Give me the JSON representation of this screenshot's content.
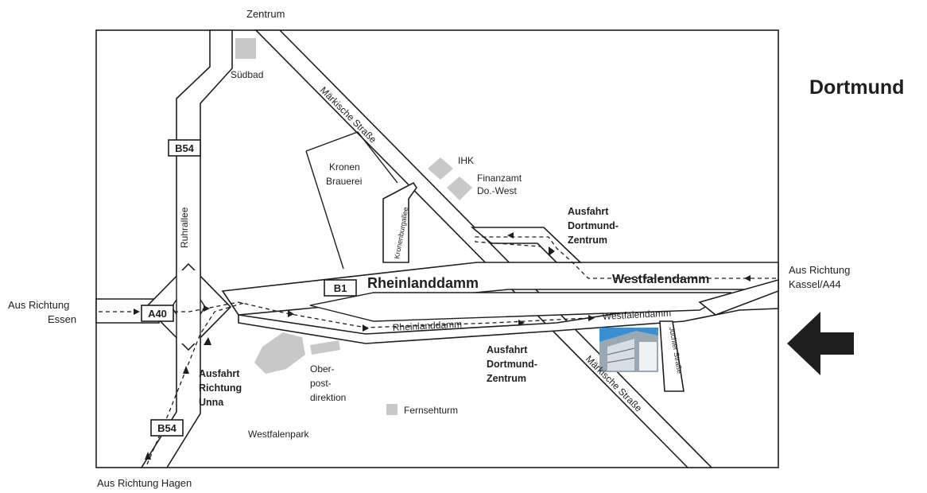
{
  "map": {
    "city": "Dortmund",
    "direction_labels": {
      "zentrum": "Zentrum",
      "essen_1": "Aus Richtung",
      "essen_2": "Essen",
      "hagen": "Aus Richtung Hagen",
      "kassel_1": "Aus Richtung",
      "kassel_2": "Kassel/A44"
    },
    "roads": {
      "markische_1": "Märkische Straße",
      "markische_2": "Märkische Straße",
      "rheinlanddamm": "Rheinlanddamm",
      "rheinlanddamm_small": "Rheinlanddamm",
      "westfalendamm": "Westfalendamm",
      "westfalendamm_small": "Westfalendamm",
      "ruhrallee": "Ruhrallee",
      "kronenburgallee": "Kronenburgallee",
      "jucher": "Jüchter Straße"
    },
    "shields": {
      "b54_top": "B54",
      "b54_bottom": "B54",
      "a40": "A40",
      "b1": "B1"
    },
    "places": {
      "suedbad": "Südbad",
      "kronen_1": "Kronen",
      "kronen_2": "Brauerei",
      "ihk": "IHK",
      "finanzamt_1": "Finanzamt",
      "finanzamt_2": "Do.-West",
      "oberpost_1": "Ober-",
      "oberpost_2": "post-",
      "oberpost_3": "direktion",
      "fernsehturm": "Fernsehturm",
      "westfalenpark": "Westfalenpark"
    },
    "exits": {
      "top_1": "Ausfahrt",
      "top_2": "Dortmund-",
      "top_3": "Zentrum",
      "mid_1": "Ausfahrt",
      "mid_2": "Dortmund-",
      "mid_3": "Zentrum",
      "unna_1": "Ausfahrt",
      "unna_2": "Richtung",
      "unna_3": "Unna"
    },
    "colors": {
      "ink": "#1e1e1e",
      "building": "#c8c8c8",
      "photo_sky": "#3a8fd0"
    },
    "icons": [
      "direction-arrow-icon",
      "building-photo"
    ]
  }
}
